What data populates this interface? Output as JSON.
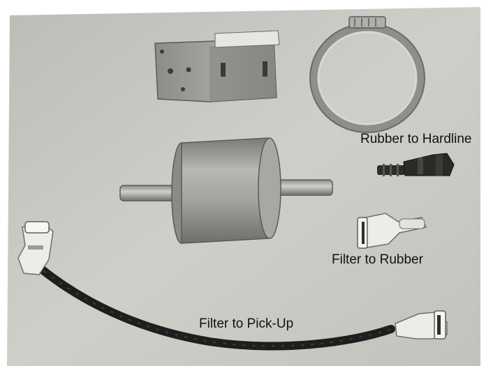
{
  "labels": {
    "rubber_to_hardline": "Rubber to Hardline",
    "filter_to_rubber": "Filter to Rubber",
    "filter_to_pickup": "Filter to Pick-Up"
  },
  "colors": {
    "paper": "#c9c9c4",
    "metal": "#9a9a96",
    "hose": "#1e1e1e",
    "connector": "#e8e8e4",
    "label_text": "#111111"
  }
}
